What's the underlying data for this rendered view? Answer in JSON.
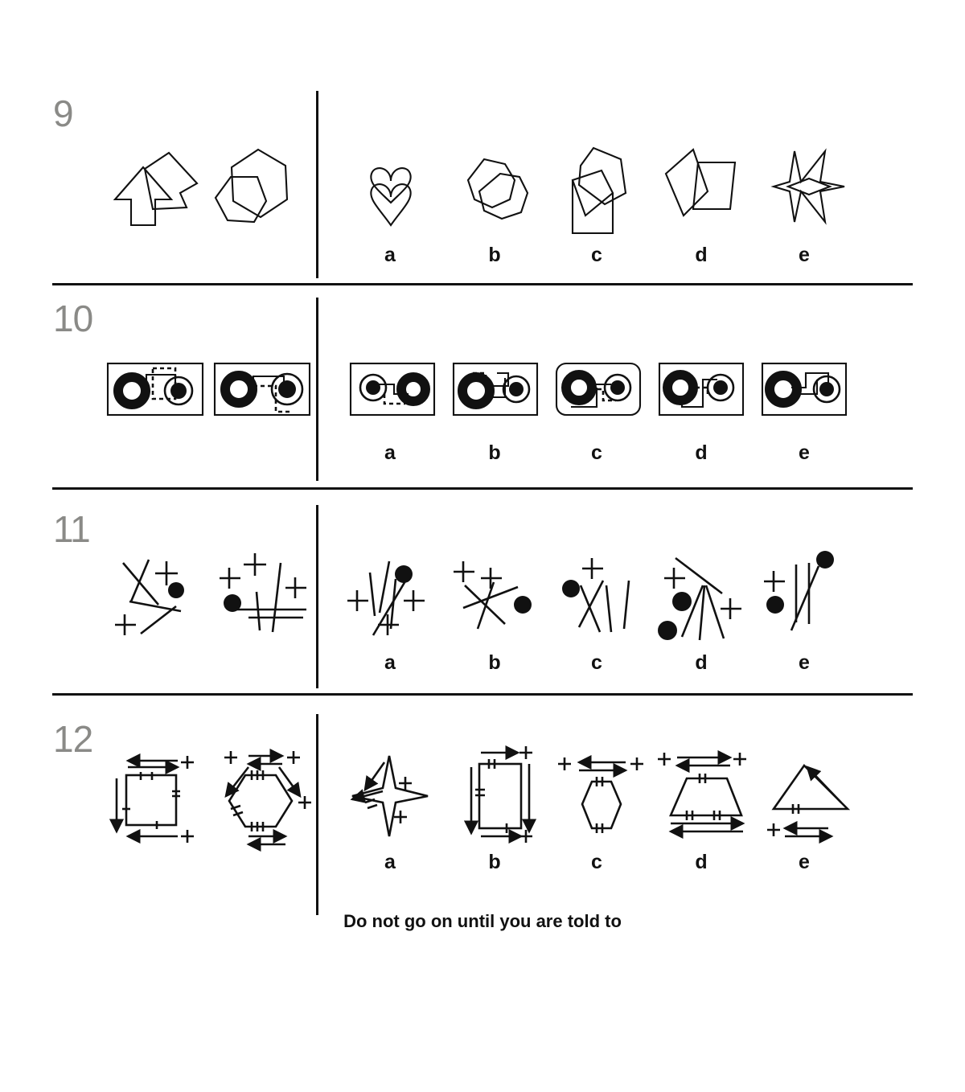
{
  "page": {
    "footer_note": "Do not go on until you are told to",
    "number_color": "#8a8a87",
    "ink_color": "#111111",
    "background": "#ffffff"
  },
  "questions": [
    {
      "number": "9",
      "stem_description": "two overlapping outline polygon pairs",
      "stems": [
        {
          "name": "arrow-and-quadrilateral",
          "description": "upward block arrow overlapping a right-pointing arrow-like quadrilateral"
        },
        {
          "name": "two-hexagons",
          "description": "two overlapping hexagons"
        }
      ],
      "options": [
        {
          "letter": "a",
          "description": "two overlapping heart outlines"
        },
        {
          "letter": "b",
          "description": "two overlapping heptagon outlines"
        },
        {
          "letter": "c",
          "description": "pentagon overlapping a rectangle and a small quadrilateral"
        },
        {
          "letter": "d",
          "description": "two overlapping quadrilaterals"
        },
        {
          "letter": "e",
          "description": "two overlapping four-point stars"
        }
      ]
    },
    {
      "number": "10",
      "stem_description": "rectangular frames containing two annulus rings joined by a stepped connector with a dashed box",
      "stems": [
        {
          "name": "frame-left",
          "description": "rectangle frame, thick black ring left, thin ring with black dot right, dashed rectangle above connector"
        },
        {
          "name": "frame-right",
          "description": "rectangle frame, thick black ring left, thin ring with black dot right, dashed rectangle below connector"
        }
      ],
      "options": [
        {
          "letter": "a",
          "description": "frame with thin ring containing dot on left, thick ring right, dashed path low"
        },
        {
          "letter": "b",
          "description": "frame with thick ring left, thin ring with dot right, dashed path top-left"
        },
        {
          "letter": "c",
          "description": "rounded-corner frame, thick ring left, thin ring with dot right, dashed connector"
        },
        {
          "letter": "d",
          "description": "frame with thick ring left, thin ring with dot right, stepped connector with dashed segment"
        },
        {
          "letter": "e",
          "description": "frame with thick ring left, thin ring with dot right, solid stepped connector"
        }
      ]
    },
    {
      "number": "11",
      "stem_description": "scatters of straight lines, plus signs and filled dots",
      "stems": [
        {
          "name": "scatter-left",
          "description": "three lines, two plus signs, one filled dot"
        },
        {
          "name": "scatter-right",
          "description": "four lines, three plus signs, one filled dot"
        }
      ],
      "options": [
        {
          "letter": "a",
          "description": "four lines, three plus signs, one dot top right"
        },
        {
          "letter": "b",
          "description": "three lines, two plus signs, one dot right"
        },
        {
          "letter": "c",
          "description": "four lines, one plus sign, one dot left"
        },
        {
          "letter": "d",
          "description": "four lines, two plus signs, two dots left"
        },
        {
          "letter": "e",
          "description": "four lines, one plus sign, two dots"
        }
      ]
    },
    {
      "number": "12",
      "stem_description": "polygons annotated with tick marks, arrows and plus signs",
      "stems": [
        {
          "name": "square-figure",
          "description": "square with tick marks, arrows on top and bottom, down arrow left, two plus signs right"
        },
        {
          "name": "hexagon-figure",
          "description": "hexagon with tick marks, arrow pairs top and bottom, diagonal arrows, three plus signs"
        }
      ],
      "options": [
        {
          "letter": "a",
          "description": "four-point star with tick marks, arrow and two plus signs"
        },
        {
          "letter": "b",
          "description": "rectangle with tick marks, arrows and two plus signs"
        },
        {
          "letter": "c",
          "description": "hexagon with tick marks, arrow pair on top and two plus signs"
        },
        {
          "letter": "d",
          "description": "trapezoid with tick marks, arrow pairs and two plus signs"
        },
        {
          "letter": "e",
          "description": "triangle with tick marks, arrows and one plus sign"
        }
      ]
    }
  ]
}
